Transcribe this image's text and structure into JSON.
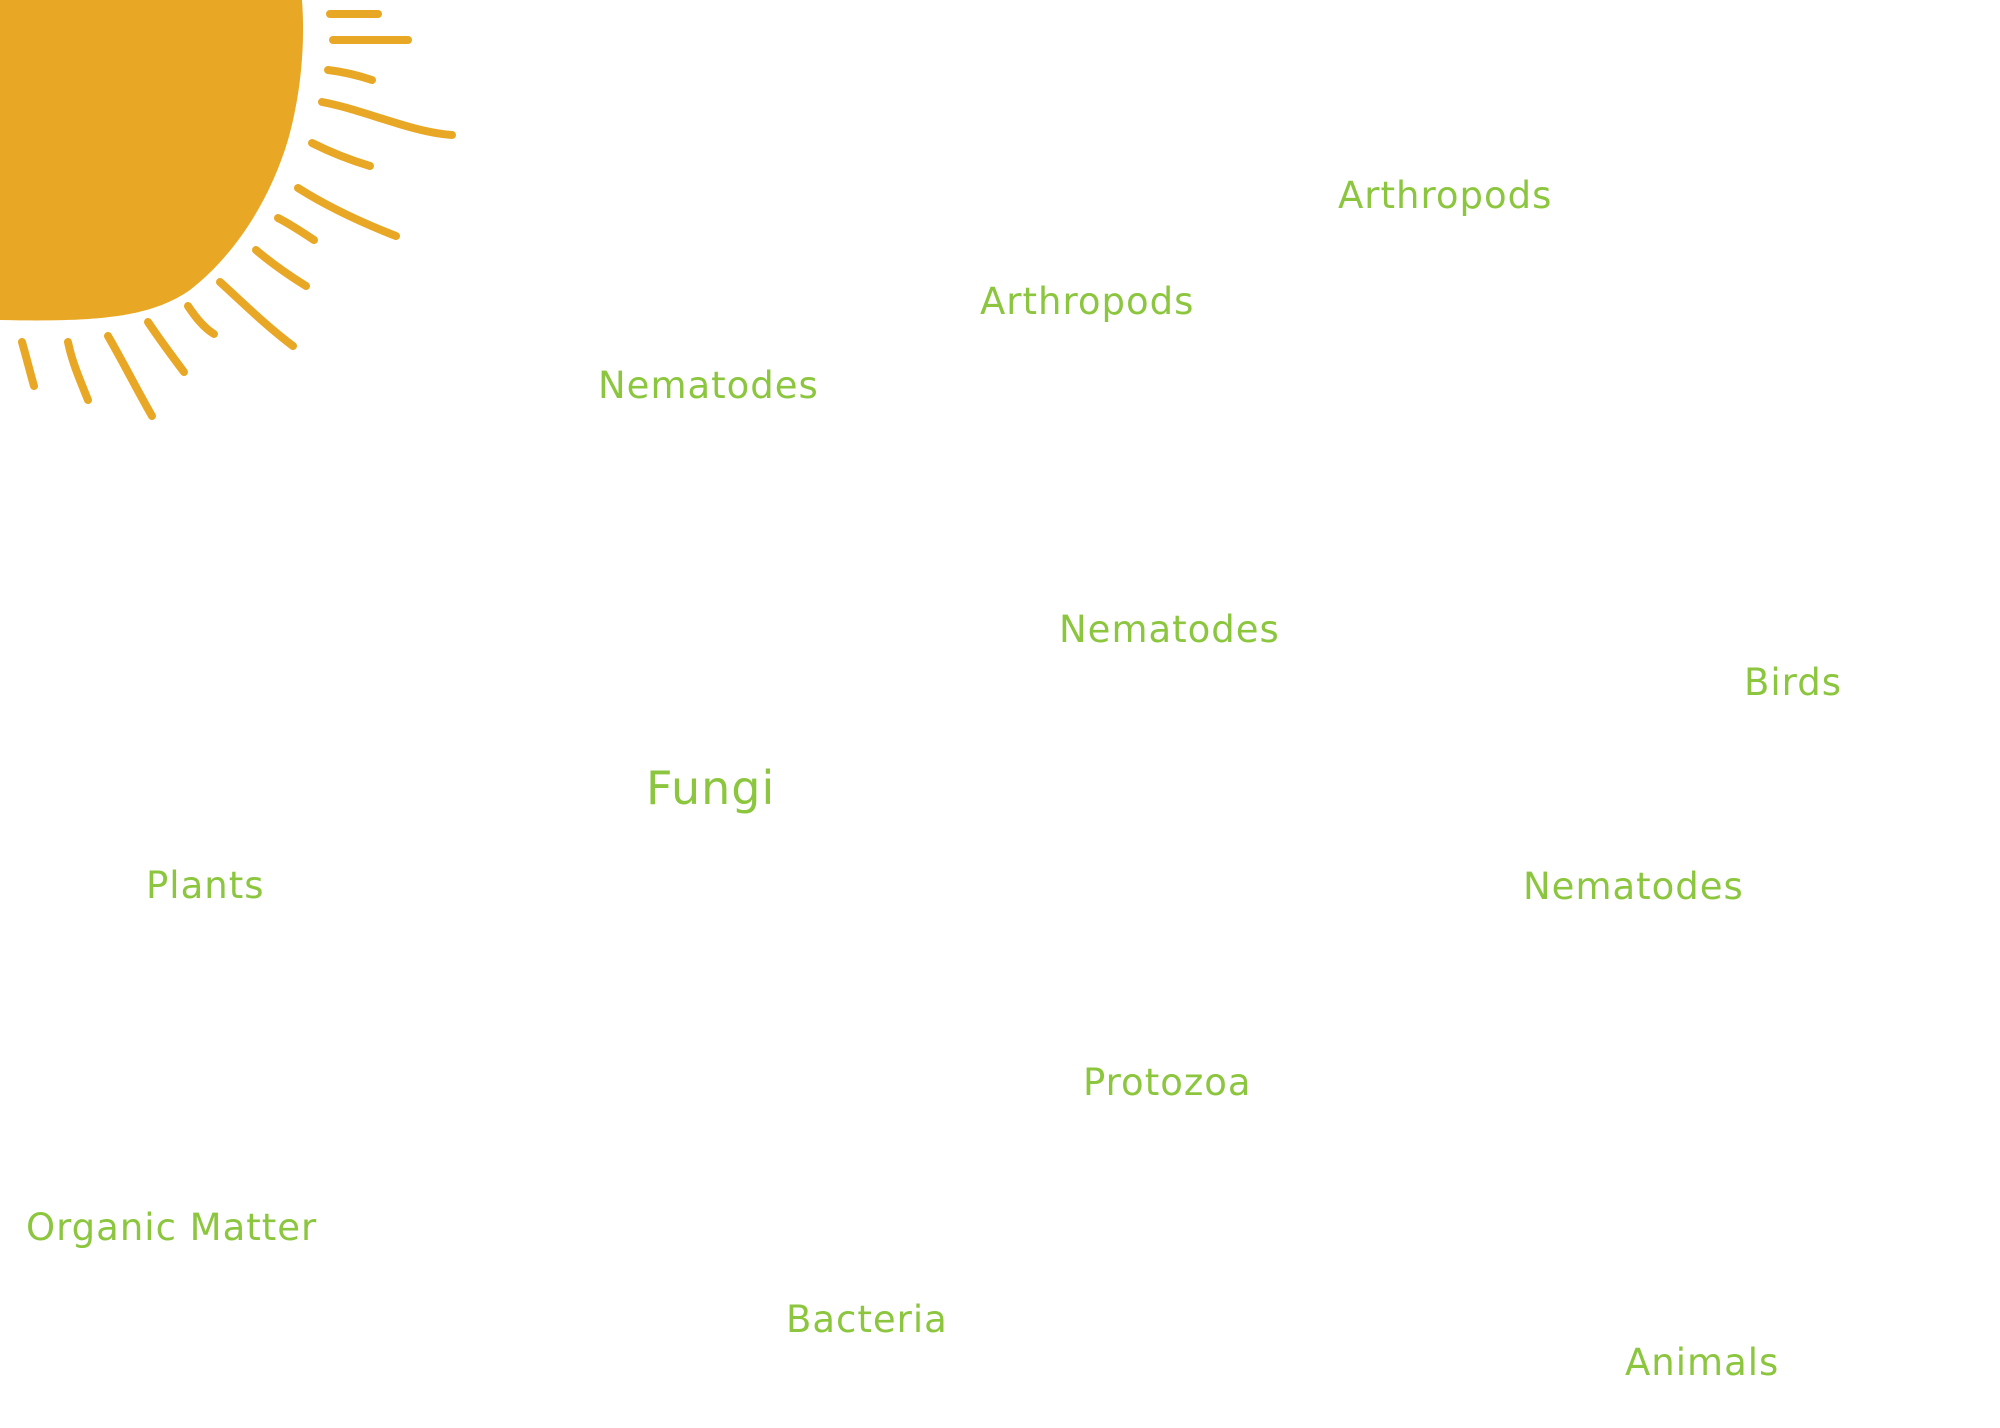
{
  "colors": {
    "sun": "#e8a825",
    "label": "#8cc63f",
    "background": "#ffffff"
  },
  "icons": {
    "sun": "sun-icon"
  },
  "labels": {
    "arthropods_1": "Arthropods",
    "arthropods_2": "Arthropods",
    "nematodes_1": "Nematodes",
    "nematodes_2": "Nematodes",
    "nematodes_3": "Nematodes",
    "birds": "Birds",
    "fungi": "Fungi",
    "plants": "Plants",
    "protozoa": "Protozoa",
    "organic_matter": "Organic Matter",
    "bacteria": "Bacteria",
    "animals": "Animals"
  }
}
